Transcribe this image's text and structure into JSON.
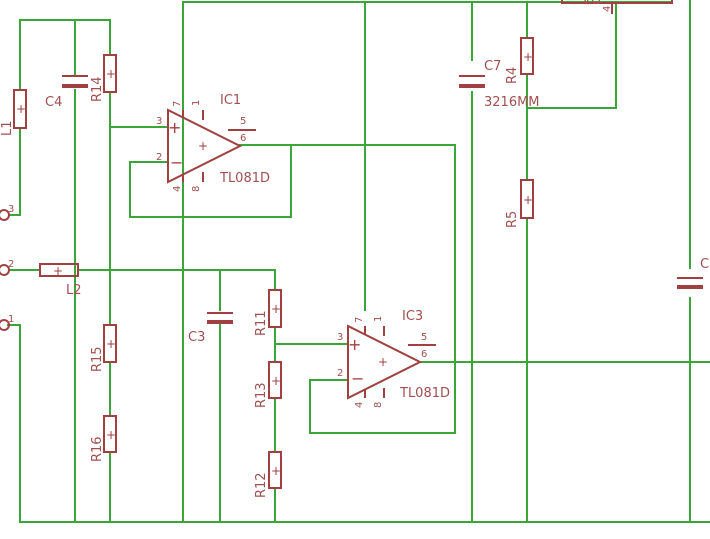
{
  "components": {
    "L1": "L1",
    "L2": "L2",
    "R4": "R4",
    "R5": "R5",
    "R11": "R11",
    "R12": "R12",
    "R13": "R13",
    "R14": "R14",
    "R15": "R15",
    "R16": "R16",
    "C3": "C3",
    "C4": "C4",
    "C7": "C7",
    "C7_value": "3216MM",
    "C_right": "C",
    "IC1": "IC1",
    "IC1_value": "TL081D",
    "IC3": "IC3",
    "IC3_value": "TL081D",
    "VG_partial": "VG"
  },
  "pins": {
    "p1": "1",
    "p2": "2",
    "p3": "3",
    "p4": "4",
    "p5": "5",
    "p6": "6",
    "p7": "7",
    "p8": "8",
    "plus": "+",
    "minus": "−"
  },
  "colors": {
    "wire": "#3aa63a",
    "part": "#a04040",
    "text": "#a05050",
    "background": "#ffffff"
  }
}
